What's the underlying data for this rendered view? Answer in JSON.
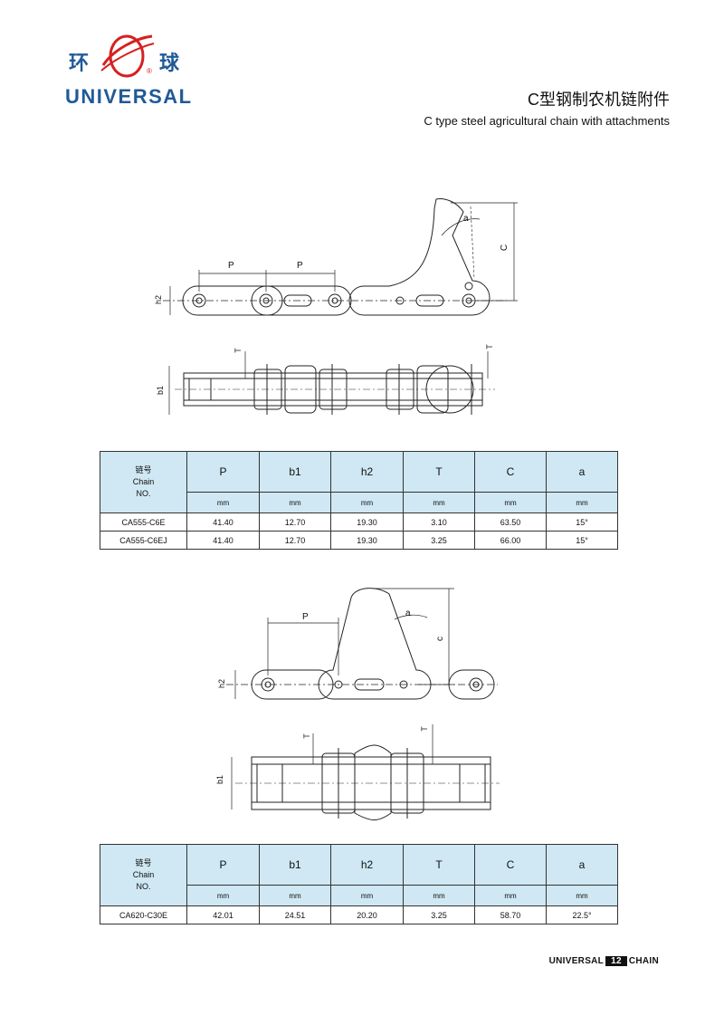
{
  "header": {
    "logo_left_chars": "环",
    "logo_right_chars": "球",
    "logo_registered": "®",
    "brand": "UNIVERSAL",
    "title_cn": "C型钢制农机链附件",
    "title_en": "C type steel agricultural chain with attachments"
  },
  "diagram1": {
    "labels": {
      "p1": "P",
      "p2": "P",
      "h2": "h2",
      "a": "a",
      "c": "C",
      "t1": "T",
      "t2": "T",
      "b1": "b1"
    }
  },
  "table1": {
    "chain_header": [
      "链号",
      "Chain",
      "NO."
    ],
    "columns": [
      "P",
      "b1",
      "h2",
      "T",
      "C",
      "a"
    ],
    "units": [
      "mm",
      "mm",
      "mm",
      "mm",
      "mm",
      "mm"
    ],
    "rows": [
      {
        "chain": "CA555-C6E",
        "values": [
          "41.40",
          "12.70",
          "19.30",
          "3.10",
          "63.50",
          "15°"
        ]
      },
      {
        "chain": "CA555-C6EJ",
        "values": [
          "41.40",
          "12.70",
          "19.30",
          "3.25",
          "66.00",
          "15°"
        ]
      }
    ]
  },
  "diagram2": {
    "labels": {
      "p": "P",
      "h2": "h2",
      "a": "a",
      "c": "c",
      "t1": "T",
      "t2": "T",
      "b1": "b1"
    }
  },
  "table2": {
    "chain_header": [
      "链号",
      "Chain",
      "NO."
    ],
    "columns": [
      "P",
      "b1",
      "h2",
      "T",
      "C",
      "a"
    ],
    "units": [
      "mm",
      "mm",
      "mm",
      "mm",
      "mm",
      "mm"
    ],
    "rows": [
      {
        "chain": "CA620-C30E",
        "values": [
          "42.01",
          "24.51",
          "20.20",
          "3.25",
          "58.70",
          "22.5°"
        ]
      }
    ]
  },
  "footer": {
    "left": "UNIVERSAL",
    "page": "12",
    "right": "CHAIN"
  },
  "colors": {
    "brand_blue": "#1f5a97",
    "logo_red": "#d62020",
    "table_header": "#cfe8f3"
  }
}
